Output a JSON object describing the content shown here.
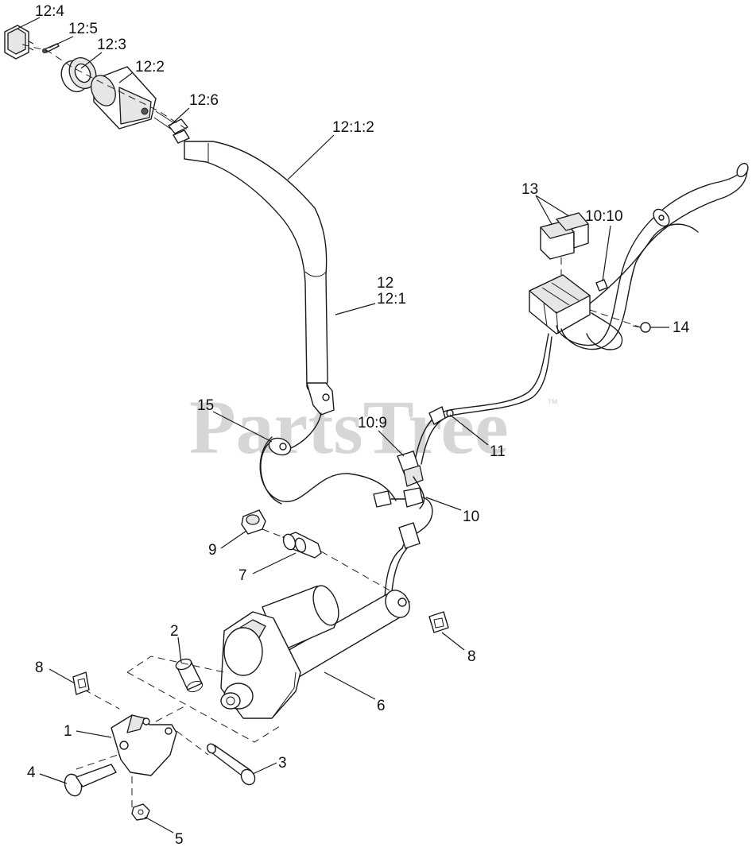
{
  "watermark": {
    "text": "PartsTree",
    "trademark": "™"
  },
  "callouts": {
    "c12_4": "12:4",
    "c12_5": "12:5",
    "c12_3": "12:3",
    "c12_2": "12:2",
    "c12_6": "12:6",
    "c12_1_2": "12:1:2",
    "c12": "12",
    "c12_1": "12:1",
    "c13": "13",
    "c10_10": "10:10",
    "c14": "14",
    "c15": "15",
    "c10_9": "10:9",
    "c11": "11",
    "c10": "10",
    "c9": "9",
    "c7": "7",
    "c2": "2",
    "c8_right": "8",
    "c8_left": "8",
    "c6": "6",
    "c1": "1",
    "c3": "3",
    "c4": "4",
    "c5": "5"
  }
}
